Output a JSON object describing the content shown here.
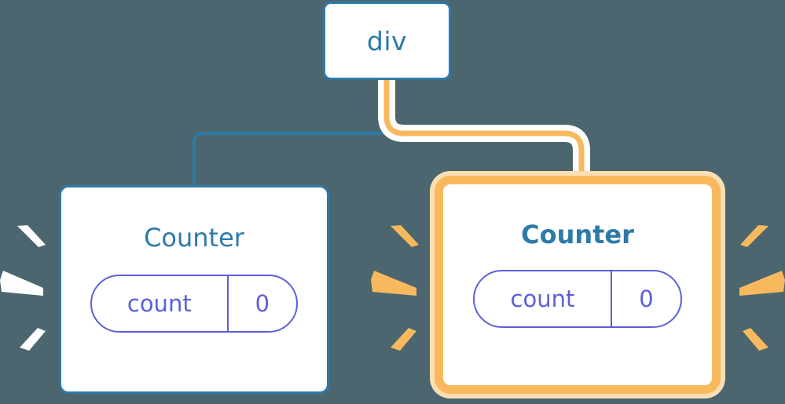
{
  "diagram": {
    "type": "component-tree",
    "background_color": "#4b666f",
    "root": {
      "label": "div",
      "border_color": "#2d7aa9"
    },
    "nodes": [
      {
        "id": "counter-left",
        "label": "Counter",
        "highlighted": false,
        "border_color": "#2d7aa9",
        "title_weight": "regular",
        "state": {
          "key": "count",
          "value": "0",
          "color": "#5b60d9"
        },
        "sparkle_color": "#ffffff"
      },
      {
        "id": "counter-right",
        "label": "Counter",
        "highlighted": true,
        "border_color": "#f8b95e",
        "glow_color": "#fbdfb2",
        "title_weight": "bold",
        "state": {
          "key": "count",
          "value": "0",
          "color": "#5b60d9"
        },
        "sparkle_color": "#f8b95e"
      }
    ],
    "edges": [
      {
        "from": "div",
        "to": "counter-left",
        "color": "#2d7aa9",
        "highlighted": false
      },
      {
        "from": "div",
        "to": "counter-right",
        "color": "#f8b95e",
        "highlighted": true,
        "halo_color": "#ffffff"
      }
    ]
  }
}
